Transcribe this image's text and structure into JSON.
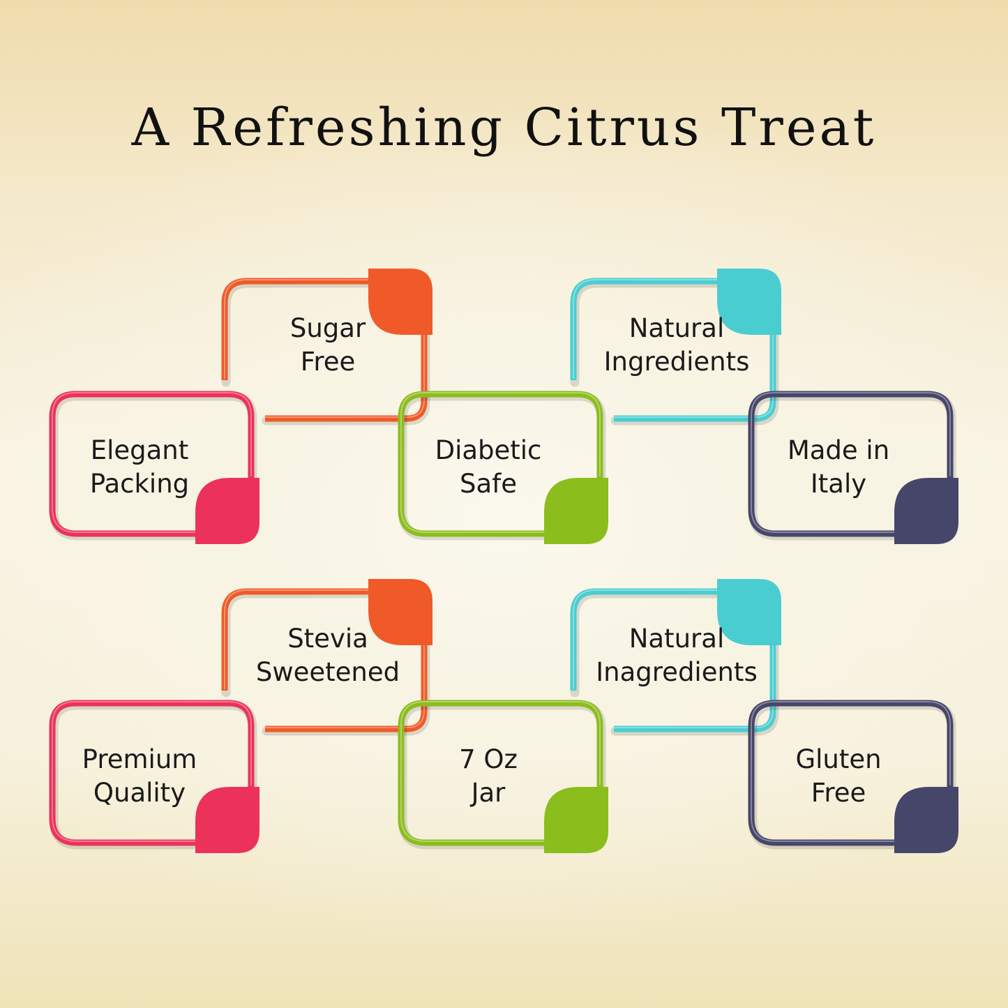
{
  "title": "A Refreshing Citrus Treat",
  "colors": {
    "orange": "#f05a28",
    "pink": "#ec325a",
    "green": "#8bbd1c",
    "teal": "#4acdd1",
    "navy": "#46456a"
  },
  "rows": [
    {
      "cards": [
        {
          "label": "Sugar\nFree",
          "color": "orange",
          "corner": "top-right"
        },
        {
          "label": "Elegant\nPacking",
          "color": "pink",
          "corner": "bottom-right"
        },
        {
          "label": "Diabetic\nSafe",
          "color": "green",
          "corner": "bottom-right"
        },
        {
          "label": "Natural\nIngredients",
          "color": "teal",
          "corner": "top-right"
        },
        {
          "label": "Made in\nItaly",
          "color": "navy",
          "corner": "bottom-right"
        }
      ]
    },
    {
      "cards": [
        {
          "label": "Stevia\nSweetened",
          "color": "orange",
          "corner": "top-right"
        },
        {
          "label": "Premium\nQuality",
          "color": "pink",
          "corner": "bottom-right"
        },
        {
          "label": "7 Oz\nJar",
          "color": "green",
          "corner": "bottom-right"
        },
        {
          "label": "Natural\nInagredients",
          "color": "teal",
          "corner": "top-right"
        },
        {
          "label": "Gluten\nFree",
          "color": "navy",
          "corner": "bottom-right"
        }
      ]
    }
  ]
}
